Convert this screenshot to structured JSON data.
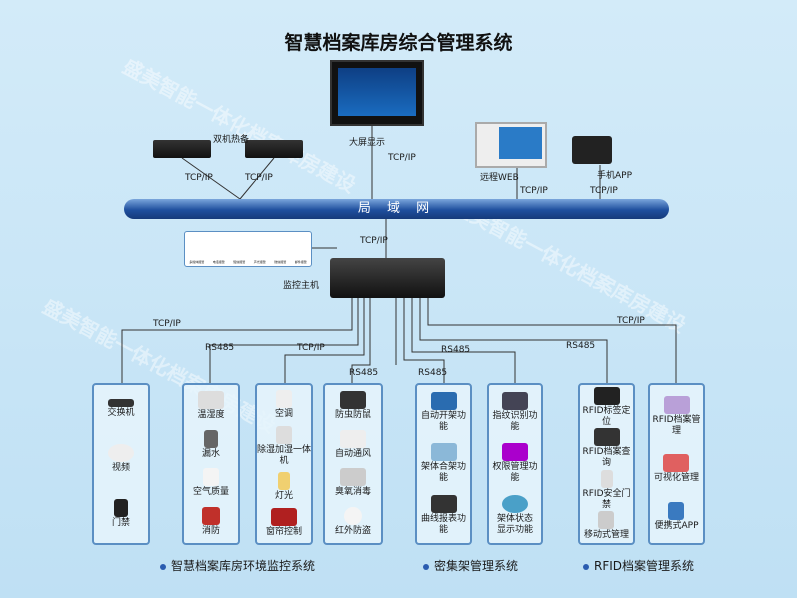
{
  "title": "智慧档案库房综合管理系统",
  "watermark": "盛美智能一体化档案库房建设",
  "network": {
    "bus_label": "局 域 网",
    "protocol_tcp": "TCP/IP",
    "protocol_rs485": "RS485"
  },
  "top_devices": {
    "dual_hot_standby": "双机热备",
    "big_screen": "大屏显示",
    "remote_web": "远程WEB",
    "mobile_app": "手机APP",
    "monitor_host": "监控主机"
  },
  "alarms": [
    "多媒体报警",
    "电话报警",
    "短信报警",
    "声光报警",
    "微信报警",
    "邮件报警"
  ],
  "boxes": [
    {
      "items": [
        "交换机",
        "视频",
        "门禁"
      ]
    },
    {
      "items": [
        "温湿度",
        "漏水",
        "空气质量",
        "消防"
      ]
    },
    {
      "items": [
        "空调",
        "除湿加湿一体机",
        "灯光",
        "窗帘控制"
      ]
    },
    {
      "items": [
        "防虫防鼠",
        "自动通风",
        "臭氧消毒",
        "红外防盗"
      ]
    },
    {
      "items": [
        "自动开架功能",
        "架体合架功能",
        "曲线报表功能"
      ]
    },
    {
      "items": [
        "指纹识别功能",
        "权限管理功能",
        "架体状态显示功能"
      ]
    },
    {
      "items": [
        "RFID标签定位",
        "RFID档案查询",
        "RFID安全门禁",
        "移动式管理"
      ]
    },
    {
      "items": [
        "RFID档案管理",
        "可视化管理",
        "便携式APP"
      ]
    }
  ],
  "systems": [
    "智慧档案库房环境监控系统",
    "密集架管理系统",
    "RFID档案管理系统"
  ],
  "colors": {
    "bus": "#1f4f9e",
    "box_border": "#5b8fc3",
    "background": "#c8e5f6"
  }
}
